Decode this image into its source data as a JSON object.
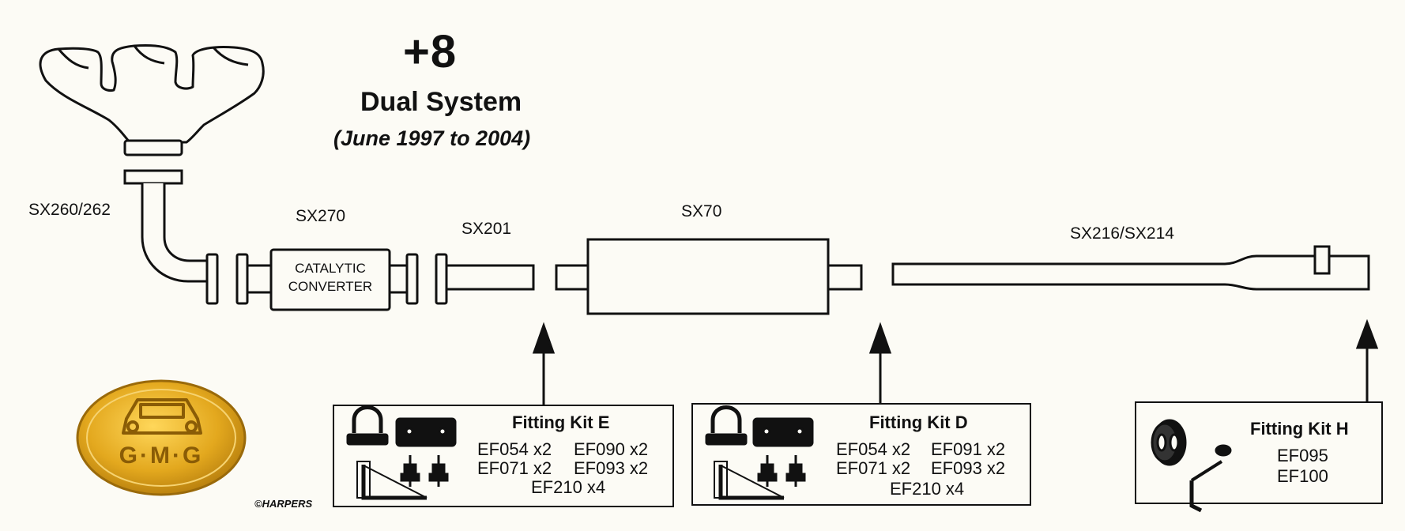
{
  "header": {
    "model": "+8",
    "system": "Dual System",
    "years": "(June 1997 to 2004)"
  },
  "parts": {
    "manifold": "SX260/262",
    "catalytic": "SX270",
    "catalytic_text_line1": "CATALYTIC",
    "catalytic_text_line2": "CONVERTER",
    "front_pipe": "SX201",
    "silencer": "SX70",
    "tail_pipe": "SX216/SX214"
  },
  "kits": {
    "e": {
      "title": "Fitting Kit E",
      "row1a": "EF054 x2",
      "row1b": "EF090 x2",
      "row2a": "EF071 x2",
      "row2b": "EF093 x2",
      "row3": "EF210 x4"
    },
    "d": {
      "title": "Fitting Kit D",
      "row1a": "EF054 x2",
      "row1b": "EF091 x2",
      "row2a": "EF071 x2",
      "row2b": "EF093 x2",
      "row3": "EF210 x4"
    },
    "h": {
      "title": "Fitting Kit H",
      "row1": "EF095",
      "row2": "EF100"
    }
  },
  "logo": {
    "text": "G·M·G",
    "icon": "car-front-icon",
    "color": "#e3a81e"
  },
  "copyright": "©HARPERS"
}
